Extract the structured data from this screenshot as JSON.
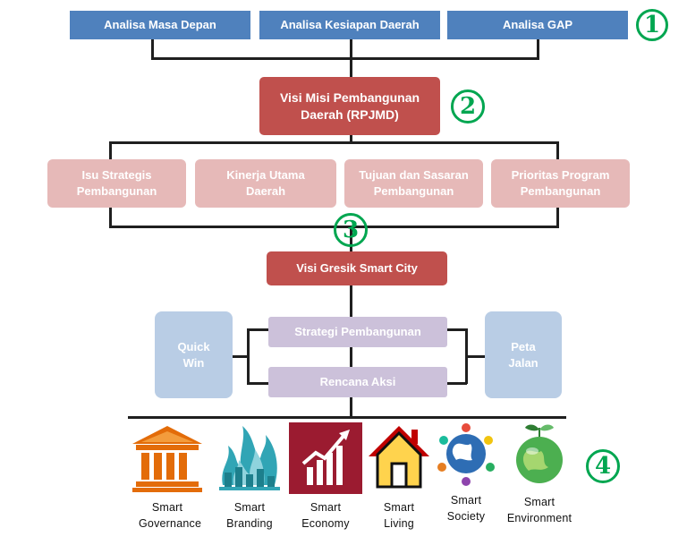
{
  "level1": {
    "boxes": [
      "Analisa Masa Depan",
      "Analisa Kesiapan Daerah",
      "Analisa GAP"
    ],
    "badge": "1"
  },
  "level2": {
    "box": "Visi Misi Pembangunan Daerah (RPJMD)",
    "badge": "2"
  },
  "level3": {
    "boxes": [
      "Isu Strategis Pembangunan",
      "Kinerja Utama Daerah",
      "Tujuan dan Sasaran Pembangunan",
      "Prioritas Program Pembangunan"
    ],
    "badge": "3"
  },
  "level4": {
    "vision": "Visi Gresik Smart City",
    "left": "Quick Win",
    "right": "Peta Jalan",
    "strategy": "Strategi Pembangunan",
    "action": "Rencana Aksi"
  },
  "pillars": {
    "badge": "4",
    "items": [
      {
        "label": "Smart Governance",
        "icon": "government-building-icon",
        "color": "#e36c09"
      },
      {
        "label": "Smart Branding",
        "icon": "city-flame-icon",
        "color": "#31a5b5"
      },
      {
        "label": "Smart Economy",
        "icon": "growth-chart-icon",
        "color": "#9b1b30"
      },
      {
        "label": "Smart Living",
        "icon": "house-icon",
        "color": "#c00000"
      },
      {
        "label": "Smart Society",
        "icon": "globe-people-icon",
        "color": "#1f4e79"
      },
      {
        "label": "Smart Environment",
        "icon": "green-earth-icon",
        "color": "#4caf50"
      }
    ]
  }
}
